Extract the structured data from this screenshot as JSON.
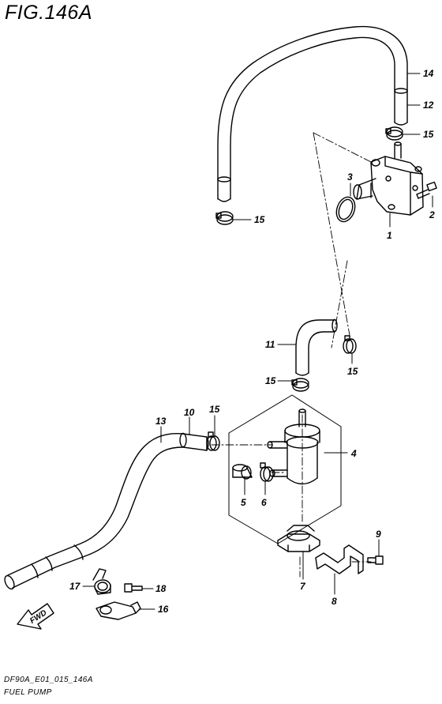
{
  "figure": {
    "title": "FIG.146A",
    "code": "DF90A_E01_015_146A",
    "caption": "FUEL PUMP",
    "direction_label": "FWD",
    "direction_icon": "fwd-arrow-icon"
  },
  "callouts": [
    "1",
    "2",
    "3",
    "4",
    "5",
    "6",
    "7",
    "8",
    "9",
    "10",
    "11",
    "12",
    "13",
    "14",
    "15",
    "15",
    "15",
    "15",
    "15",
    "16",
    "17",
    "18"
  ],
  "parts": [
    {
      "ref": "1",
      "part": "fuel-pump"
    },
    {
      "ref": "2",
      "part": "bolt"
    },
    {
      "ref": "3",
      "part": "o-ring"
    },
    {
      "ref": "4",
      "part": "fuel-filter"
    },
    {
      "ref": "5",
      "part": "cap"
    },
    {
      "ref": "6",
      "part": "clip"
    },
    {
      "ref": "7",
      "part": "filter-holder"
    },
    {
      "ref": "8",
      "part": "bracket"
    },
    {
      "ref": "9",
      "part": "bolt"
    },
    {
      "ref": "10",
      "part": "hose"
    },
    {
      "ref": "11",
      "part": "elbow-hose"
    },
    {
      "ref": "12",
      "part": "hose"
    },
    {
      "ref": "13",
      "part": "protector"
    },
    {
      "ref": "14",
      "part": "protector"
    },
    {
      "ref": "15",
      "part": "clip"
    },
    {
      "ref": "16",
      "part": "clamp"
    },
    {
      "ref": "17",
      "part": "clamp"
    },
    {
      "ref": "18",
      "part": "bolt"
    }
  ]
}
